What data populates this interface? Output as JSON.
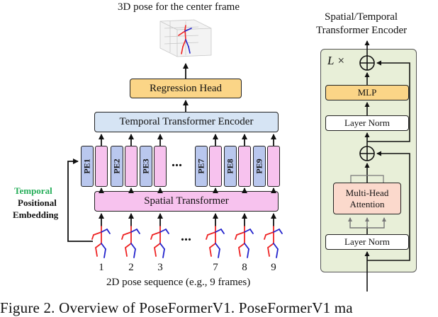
{
  "left": {
    "output_title": "3D pose for the center frame",
    "regression_head": "Regression Head",
    "temporal_encoder": "Temporal Transformer Encoder",
    "spatial_transformer": "Spatial Transformer",
    "pe_labels": [
      "PE1",
      "PE2",
      "PE3",
      "PE7",
      "PE8",
      "PE9"
    ],
    "ellipsis": "...",
    "frame_numbers": [
      "1",
      "2",
      "3",
      "7",
      "8",
      "9"
    ],
    "sequence_caption": "2D pose sequence (e.g., 9 frames)",
    "side_label": {
      "word1": "Temporal",
      "word2": "Positional",
      "word3": "Embedding"
    }
  },
  "right": {
    "title_line1": "Spatial/Temporal",
    "title_line2": "Transformer Encoder",
    "repeat_label": "L ×",
    "mlp": "MLP",
    "layer_norm_top": "Layer Norm",
    "mha_line1": "Multi-Head",
    "mha_line2": "Attention",
    "layer_norm_bottom": "Layer Norm"
  },
  "figure_caption": "Figure 2.  Overview of PoseFormerV1.  PoseFormerV1 ma",
  "colors": {
    "regression_head": "#fbd587",
    "temporal_encoder": "#d6e4f4",
    "spatial_transformer": "#f7c2ee",
    "pe_box": "#b9c7ee",
    "encoder_panel": "#e8efd8",
    "mlp": "#fbd587",
    "mha": "#fbd9cc",
    "temporal_word": "#27ae5a"
  }
}
